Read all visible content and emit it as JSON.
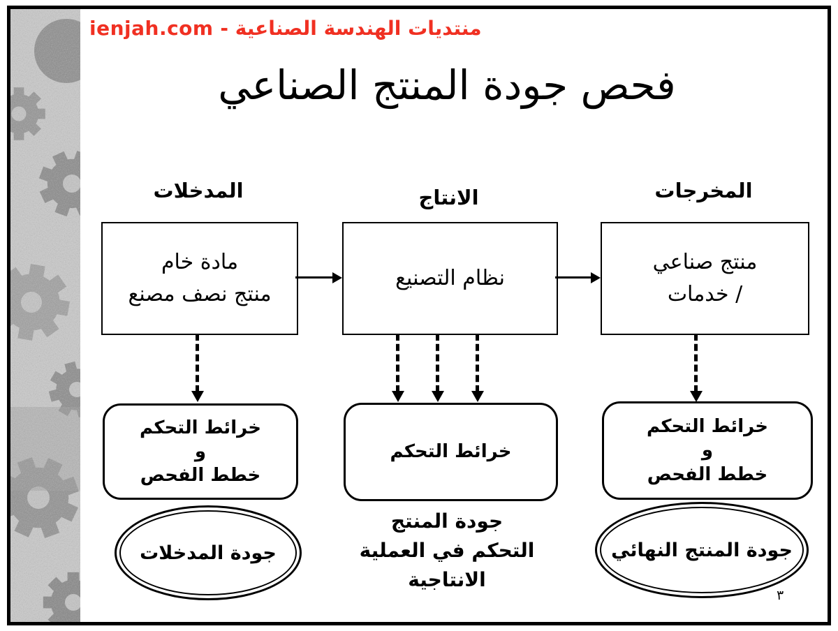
{
  "header": {
    "site_label": "منتديات الهندسة الصناعية - ienjah.com"
  },
  "title": "فحص جودة المنتج الصناعي",
  "page_number": "٣",
  "colors": {
    "header_red": "#f03022",
    "ink": "#000000",
    "background": "#ffffff",
    "texture_gray": "#c9c9c9"
  },
  "diagram": {
    "columns": [
      {
        "id": "inputs",
        "header": "المدخلات",
        "box_lines": [
          "مادة خام",
          "منتج نصف مصنع"
        ],
        "control_lines": [
          "خرائط التحكم",
          "و",
          "خطط الفحص"
        ],
        "result": "جودة المدخلات"
      },
      {
        "id": "production",
        "header": "الانتاج",
        "box_lines": [
          "نظام التصنيع"
        ],
        "control_lines": [
          "خرائط التحكم"
        ],
        "result_lines": [
          "جودة المنتج",
          "التحكم في العملية الانتاجية"
        ]
      },
      {
        "id": "outputs",
        "header": "المخرجات",
        "box_lines": [
          "منتج صناعي",
          "/ خدمات"
        ],
        "control_lines": [
          "خرائط التحكم",
          "و",
          "خطط الفحص"
        ],
        "result": "جودة المنتج النهائي"
      }
    ]
  }
}
